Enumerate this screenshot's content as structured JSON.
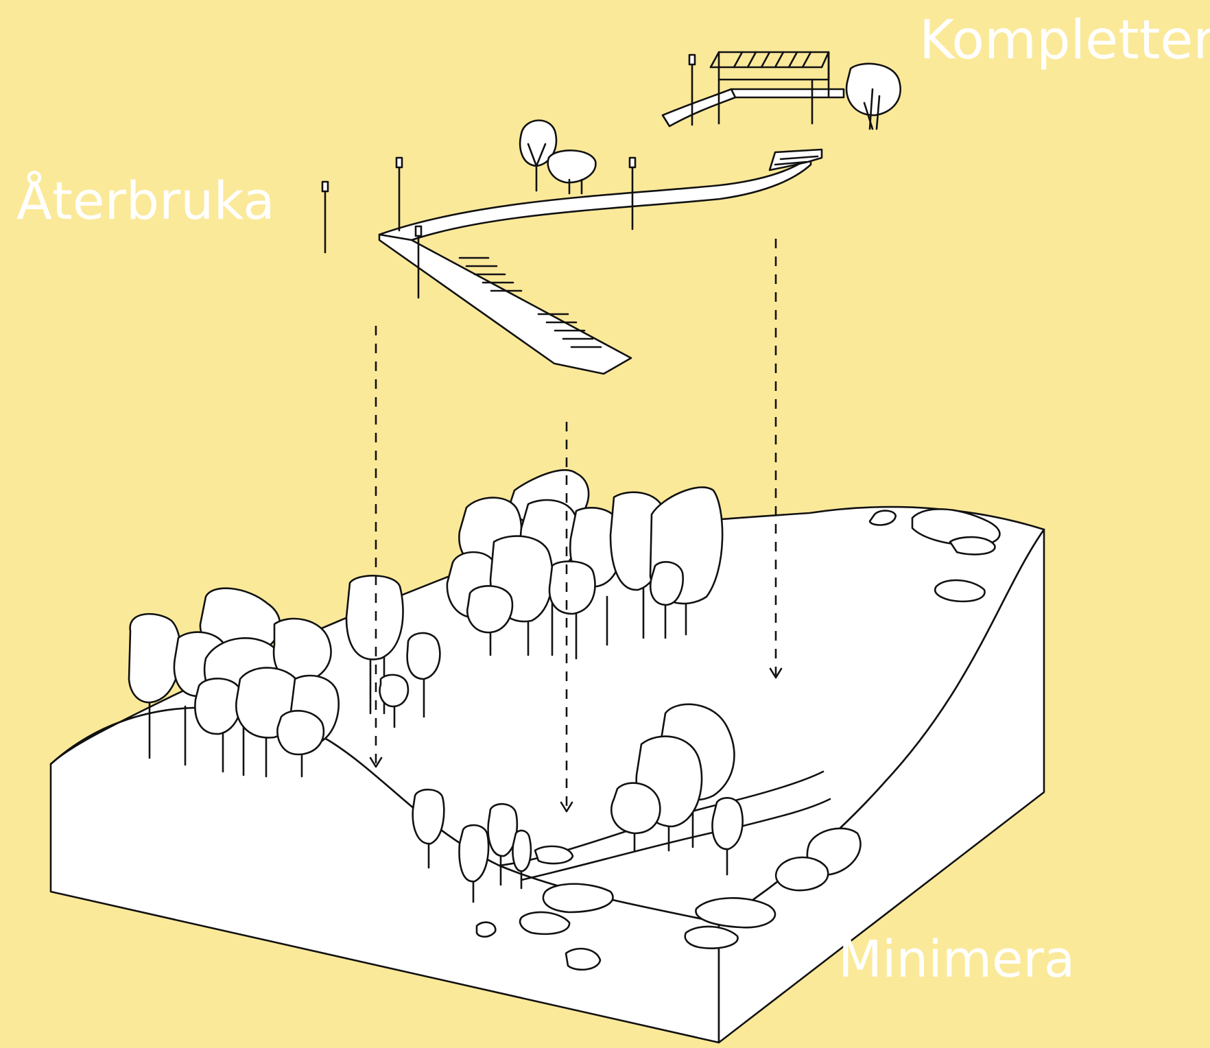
{
  "labels": {
    "complement": "Komplettera",
    "reuse": "Återbruka",
    "minimize": "Minimera"
  },
  "colors": {
    "background": "#fbe99a",
    "label_text": "#ffffff",
    "line_ink": "#111111",
    "surface_fill": "#ffffff"
  }
}
